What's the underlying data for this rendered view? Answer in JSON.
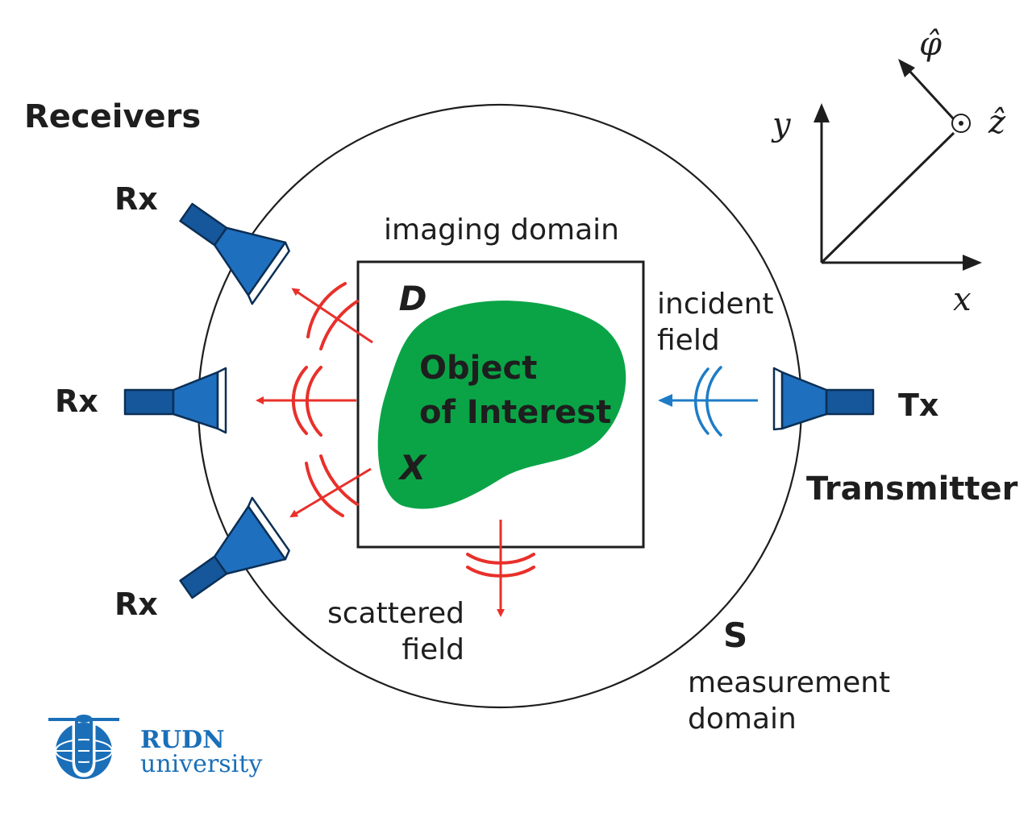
{
  "labels": {
    "receivers": "Receivers",
    "rx": "Rx",
    "tx": "Tx",
    "transmitter": "Transmitter",
    "imaging_domain": "imaging domain",
    "domain_symbol": "D",
    "object_line1": "Object",
    "object_line2": "of Interest",
    "object_symbol": "X",
    "incident_line1": "incident",
    "incident_line2": "field",
    "scattered_line1": "scattered",
    "scattered_line2": "field",
    "measurement_symbol": "S",
    "measurement_line1": "measurement",
    "measurement_line2": "domain"
  },
  "axes": {
    "x": "x",
    "y": "y",
    "z_hat": "ẑ",
    "phi_hat": "φ̂"
  },
  "logo": {
    "line1": "RUDN",
    "line2": "university"
  },
  "colors": {
    "object": "#0aa447",
    "scattered": "#e8302a",
    "incident": "#1e7cc6",
    "antenna": "#1f6fbf",
    "logo": "#1a6fb8"
  }
}
